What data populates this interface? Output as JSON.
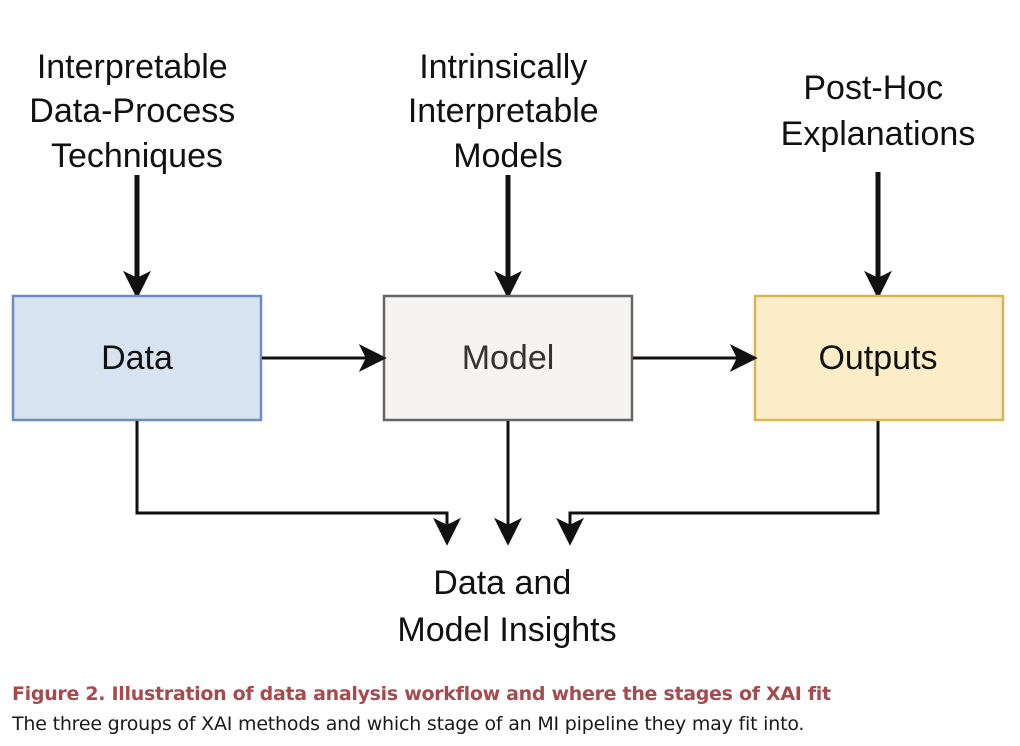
{
  "colors": {
    "data_fill": "#d8e3f0",
    "data_stroke": "#6c8ebf",
    "model_fill": "#f5f4f2",
    "model_stroke": "#666666",
    "outputs_fill": "#faedc8",
    "outputs_stroke": "#d6b656",
    "caption_title": "#a64a4e"
  },
  "top_labels": {
    "left": [
      "Interpretable",
      "Data-Process",
      "Techniques"
    ],
    "center": [
      "Intrinsically",
      "Interpretable",
      "Models"
    ],
    "right": [
      "Post-Hoc",
      "Explanations"
    ]
  },
  "boxes": {
    "data": "Data",
    "model": "Model",
    "outputs": "Outputs"
  },
  "bottom_label": [
    "Data and",
    "Model Insights"
  ],
  "caption": {
    "title": "Figure 2.  Illustration of data analysis workflow and where the stages of XAI fit",
    "text": "The three groups of XAI methods and which stage of an MI pipeline they may fit into."
  }
}
